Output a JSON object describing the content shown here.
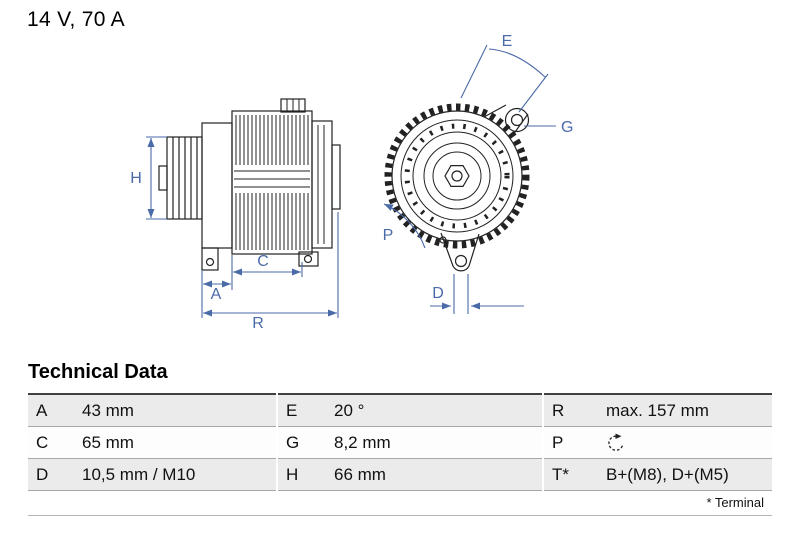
{
  "colors": {
    "dimension_accent": "#4a6aa8",
    "table_row_shade": "#ebebeb",
    "drawing_line": "#222222"
  },
  "header": {
    "rating": "14 V, 70 A"
  },
  "diagram": {
    "labels": {
      "H": "H",
      "A": "A",
      "C": "C",
      "R": "R",
      "E": "E",
      "G": "G",
      "P": "P",
      "D": "D"
    }
  },
  "technical_data": {
    "title": "Technical Data",
    "rows": [
      [
        {
          "key": "A",
          "value": "43 mm"
        },
        {
          "key": "E",
          "value": "20 °"
        },
        {
          "key": "R",
          "value": "max. 157 mm"
        }
      ],
      [
        {
          "key": "C",
          "value": "65 mm"
        },
        {
          "key": "G",
          "value": "8,2 mm"
        },
        {
          "key": "P",
          "value": "",
          "icon": "rotation-clockwise-icon"
        }
      ],
      [
        {
          "key": "D",
          "value": "10,5 mm / M10"
        },
        {
          "key": "H",
          "value": "66 mm"
        },
        {
          "key": "T*",
          "value": "B+(M8), D+(M5)"
        }
      ]
    ],
    "footnote": "* Terminal"
  }
}
